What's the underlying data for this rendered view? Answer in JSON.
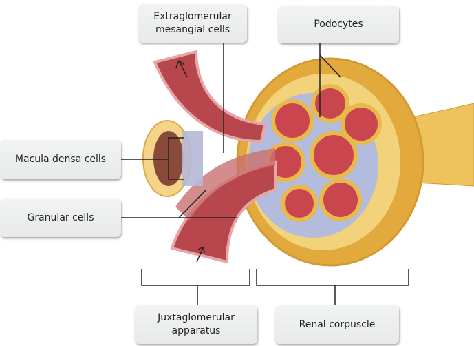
{
  "labels": {
    "extraglomerular": "Extraglomerular mesangial cells",
    "podocytes": "Podocytes",
    "macula_densa": "Macula densa cells",
    "granular": "Granular cells",
    "juxtaglomerular": "Juxtaglomerular apparatus",
    "renal_corpuscle": "Renal corpuscle"
  },
  "colors": {
    "capsule": "#e9b94a",
    "vessel": "#b8474d",
    "mesangial": "#a9b3d6",
    "label_bg": "#eceeee"
  }
}
